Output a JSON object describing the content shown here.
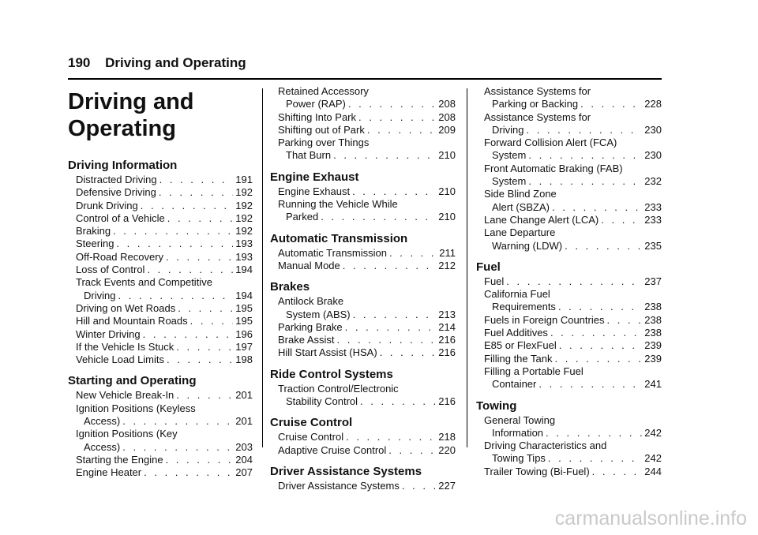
{
  "header": {
    "page_number": "190",
    "title": "Driving and Operating"
  },
  "chapter_title_line1": "Driving and",
  "chapter_title_line2": "Operating",
  "columns": [
    [
      {
        "heading": "Driving Information",
        "entries": [
          {
            "lines": [
              "Distracted Driving"
            ],
            "page": "191"
          },
          {
            "lines": [
              "Defensive Driving"
            ],
            "page": "192"
          },
          {
            "lines": [
              "Drunk Driving"
            ],
            "page": "192"
          },
          {
            "lines": [
              "Control of a Vehicle"
            ],
            "page": "192"
          },
          {
            "lines": [
              "Braking"
            ],
            "page": "192"
          },
          {
            "lines": [
              "Steering"
            ],
            "page": "193"
          },
          {
            "lines": [
              "Off-Road Recovery"
            ],
            "page": "193"
          },
          {
            "lines": [
              "Loss of Control"
            ],
            "page": "194"
          },
          {
            "lines": [
              "Track Events and Competitive",
              "Driving"
            ],
            "page": "194"
          },
          {
            "lines": [
              "Driving on Wet Roads"
            ],
            "page": "195"
          },
          {
            "lines": [
              "Hill and Mountain Roads"
            ],
            "page": "195"
          },
          {
            "lines": [
              "Winter Driving"
            ],
            "page": "196"
          },
          {
            "lines": [
              "If the Vehicle Is Stuck"
            ],
            "page": "197"
          },
          {
            "lines": [
              "Vehicle Load Limits"
            ],
            "page": "198"
          }
        ]
      },
      {
        "heading": "Starting and Operating",
        "entries": [
          {
            "lines": [
              "New Vehicle Break-In"
            ],
            "page": "201"
          },
          {
            "lines": [
              "Ignition Positions (Keyless",
              "Access)"
            ],
            "page": "201"
          },
          {
            "lines": [
              "Ignition Positions (Key",
              "Access)"
            ],
            "page": "203"
          },
          {
            "lines": [
              "Starting the Engine"
            ],
            "page": "204"
          },
          {
            "lines": [
              "Engine Heater"
            ],
            "page": "207"
          }
        ]
      }
    ],
    [
      {
        "heading": "",
        "entries": [
          {
            "lines": [
              "Retained Accessory",
              "Power (RAP)"
            ],
            "page": "208"
          },
          {
            "lines": [
              "Shifting Into Park"
            ],
            "page": "208"
          },
          {
            "lines": [
              "Shifting out of Park"
            ],
            "page": "209"
          },
          {
            "lines": [
              "Parking over Things",
              "That Burn"
            ],
            "page": "210"
          }
        ]
      },
      {
        "heading": "Engine Exhaust",
        "entries": [
          {
            "lines": [
              "Engine Exhaust"
            ],
            "page": "210"
          },
          {
            "lines": [
              "Running the Vehicle While",
              "Parked"
            ],
            "page": "210"
          }
        ]
      },
      {
        "heading": "Automatic Transmission",
        "entries": [
          {
            "lines": [
              "Automatic Transmission"
            ],
            "page": "211"
          },
          {
            "lines": [
              "Manual Mode"
            ],
            "page": "212"
          }
        ]
      },
      {
        "heading": "Brakes",
        "entries": [
          {
            "lines": [
              "Antilock Brake",
              "System (ABS)"
            ],
            "page": "213"
          },
          {
            "lines": [
              "Parking Brake"
            ],
            "page": "214"
          },
          {
            "lines": [
              "Brake Assist"
            ],
            "page": "216"
          },
          {
            "lines": [
              "Hill Start Assist (HSA)"
            ],
            "page": "216"
          }
        ]
      },
      {
        "heading": "Ride Control Systems",
        "entries": [
          {
            "lines": [
              "Traction Control/Electronic",
              "Stability Control"
            ],
            "page": "216"
          }
        ]
      },
      {
        "heading": "Cruise Control",
        "entries": [
          {
            "lines": [
              "Cruise Control"
            ],
            "page": "218"
          },
          {
            "lines": [
              "Adaptive Cruise Control"
            ],
            "page": "220"
          }
        ]
      },
      {
        "heading": "Driver Assistance Systems",
        "entries": [
          {
            "lines": [
              "Driver Assistance Systems"
            ],
            "page": "227"
          }
        ]
      }
    ],
    [
      {
        "heading": "",
        "entries": [
          {
            "lines": [
              "Assistance Systems for",
              "Parking or Backing"
            ],
            "page": "228"
          },
          {
            "lines": [
              "Assistance Systems for",
              "Driving"
            ],
            "page": "230"
          },
          {
            "lines": [
              "Forward Collision Alert (FCA)",
              "System"
            ],
            "page": "230"
          },
          {
            "lines": [
              "Front Automatic Braking (FAB)",
              "System"
            ],
            "page": "232"
          },
          {
            "lines": [
              "Side Blind Zone",
              "Alert (SBZA)"
            ],
            "page": "233"
          },
          {
            "lines": [
              "Lane Change Alert (LCA)"
            ],
            "page": "233"
          },
          {
            "lines": [
              "Lane Departure",
              "Warning (LDW)"
            ],
            "page": "235"
          }
        ]
      },
      {
        "heading": "Fuel",
        "entries": [
          {
            "lines": [
              "Fuel"
            ],
            "page": "237"
          },
          {
            "lines": [
              "California Fuel",
              "Requirements"
            ],
            "page": "238"
          },
          {
            "lines": [
              "Fuels in Foreign Countries"
            ],
            "page": "238"
          },
          {
            "lines": [
              "Fuel Additives"
            ],
            "page": "238"
          },
          {
            "lines": [
              "E85 or FlexFuel"
            ],
            "page": "239"
          },
          {
            "lines": [
              "Filling the Tank"
            ],
            "page": "239"
          },
          {
            "lines": [
              "Filling a Portable Fuel",
              "Container"
            ],
            "page": "241"
          }
        ]
      },
      {
        "heading": "Towing",
        "entries": [
          {
            "lines": [
              "General Towing",
              "Information"
            ],
            "page": "242"
          },
          {
            "lines": [
              "Driving Characteristics and",
              "Towing Tips"
            ],
            "page": "242"
          },
          {
            "lines": [
              "Trailer Towing (Bi-Fuel)"
            ],
            "page": "244"
          }
        ]
      }
    ]
  ],
  "watermark": "carmanualsonline.info"
}
